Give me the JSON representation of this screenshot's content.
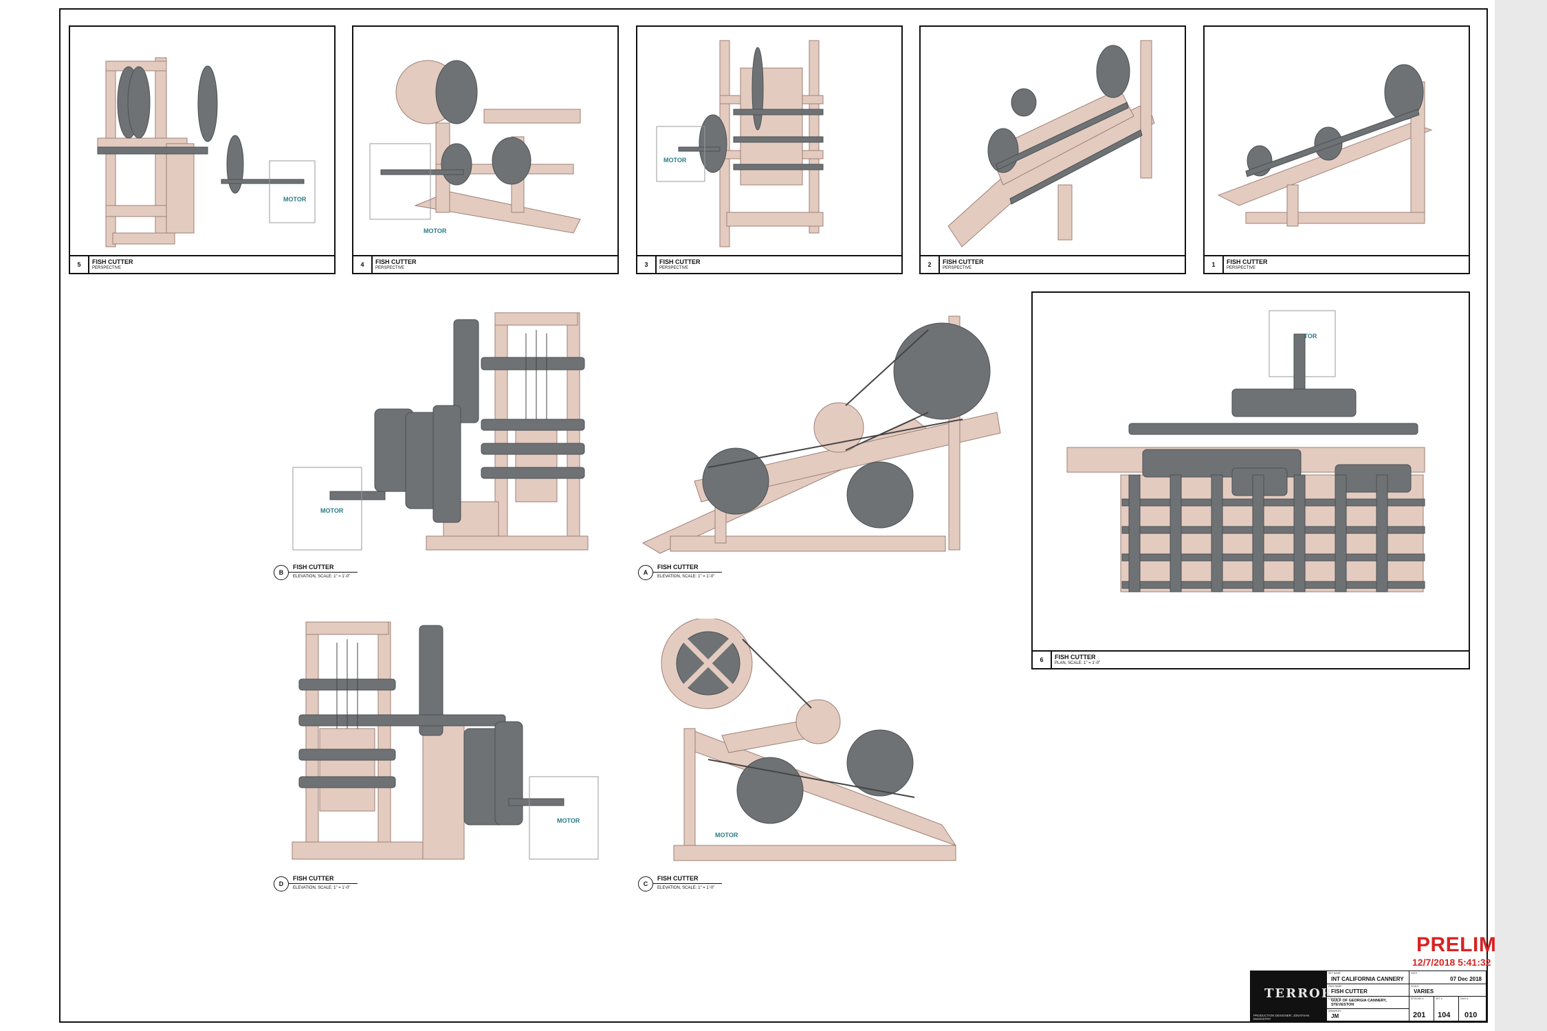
{
  "perspectives": [
    {
      "num": "5",
      "title": "FISH CUTTER",
      "subtitle": "PERSPECTIVE",
      "motor": "MOTOR"
    },
    {
      "num": "4",
      "title": "FISH CUTTER",
      "subtitle": "PERSPECTIVE",
      "motor": "MOTOR"
    },
    {
      "num": "3",
      "title": "FISH CUTTER",
      "subtitle": "PERSPECTIVE",
      "motor": "MOTOR"
    },
    {
      "num": "2",
      "title": "FISH CUTTER",
      "subtitle": "PERSPECTIVE"
    },
    {
      "num": "1",
      "title": "FISH CUTTER",
      "subtitle": "PERSPECTIVE"
    }
  ],
  "plan": {
    "num": "6",
    "title": "FISH CUTTER",
    "subtitle": "PLAN, SCALE: 1\" = 1'-0\"",
    "motor": "MOTOR"
  },
  "elevations": [
    {
      "letter": "B",
      "title": "FISH CUTTER",
      "subtitle": "ELEVATION, SCALE: 1\" = 1'-0\"",
      "motor": "MOTOR"
    },
    {
      "letter": "A",
      "title": "FISH CUTTER",
      "subtitle": "ELEVATION, SCALE: 1\" = 1'-0\""
    },
    {
      "letter": "D",
      "title": "FISH CUTTER",
      "subtitle": "ELEVATION, SCALE: 1\" = 1'-0\"",
      "motor": "MOTOR"
    },
    {
      "letter": "C",
      "title": "FISH CUTTER",
      "subtitle": "ELEVATION, SCALE: 1\" = 1'-0\"",
      "motor": "MOTOR"
    }
  ],
  "status": {
    "prelim": "PRELIM",
    "stamp": "12/7/2018 5:41:32"
  },
  "titleblock": {
    "logo_text": "TERROR",
    "designer": "PRODUCTION DESIGNER: JONATHAN McKINSTRY",
    "set_name": "INT CALIFORNIA CANNERY",
    "drawing_name": "FISH CUTTER",
    "location": "GULF OF GEORGIA CANNERY, STEVESTON",
    "drawn_by": "JM",
    "date": "07 Dec 2018",
    "scale": "VARIES",
    "episode": "201",
    "set_no": "104",
    "sheet": "010",
    "labels": {
      "set_name": "SET NAME",
      "drawing_name": "DWG NAME",
      "location": "LOCATION",
      "drawn_by": "DRAWN BY",
      "date": "DATE",
      "scale": "SCALE",
      "episode": "EPISODE #",
      "set_no": "SET #",
      "sheet": "DWG #"
    }
  },
  "colors": {
    "wood": "#e4cbc0",
    "wood_stroke": "#9c7f74",
    "metal": "#6e7275",
    "metal_dark": "#4c5053",
    "motor_label": "#2a7b89",
    "prelim": "#d72323"
  }
}
